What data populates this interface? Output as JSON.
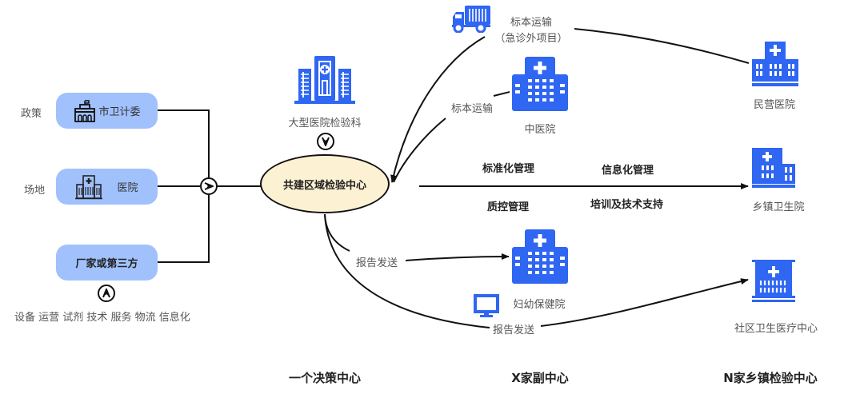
{
  "left": {
    "row_labels": [
      "政策",
      "场地"
    ],
    "boxes": [
      {
        "label": "市卫计委",
        "icon": "government-building-icon"
      },
      {
        "label": "医院",
        "icon": "hospital-icon"
      },
      {
        "label": "厂家或第三方"
      }
    ],
    "resources": "设备 运营 试剂 技术 服务 物流 信息化"
  },
  "center": {
    "hub_label": "共建区域检验中心",
    "large_hospital_label": "大型医院检验科"
  },
  "transport": {
    "emergency_label_line1": "标本运输",
    "emergency_label_line2": "（急诊外项目）",
    "tcm_label": "标本运输"
  },
  "management": {
    "standardization": "标准化管理",
    "informatization": "信息化管理",
    "quality_control": "质控管理",
    "training_support": "培训及技术支持"
  },
  "reports": {
    "report_send_1": "报告发送",
    "report_send_2": "报告发送"
  },
  "facilities": {
    "tcm_hospital": "中医院",
    "private_hospital": "民营医院",
    "township_hospital": "乡镇卫生院",
    "maternal_child_hospital": "妇幼保健院",
    "community_center": "社区卫生医疗中心"
  },
  "footer": {
    "decision_center": "一个决策中心",
    "sub_centers": "X家副中心",
    "township_centers": "N家乡镇检验中心"
  },
  "colors": {
    "icon_blue": "#2f66f2",
    "box_fill": "#a1c1fd",
    "hub_fill": "#fdf1d3"
  }
}
